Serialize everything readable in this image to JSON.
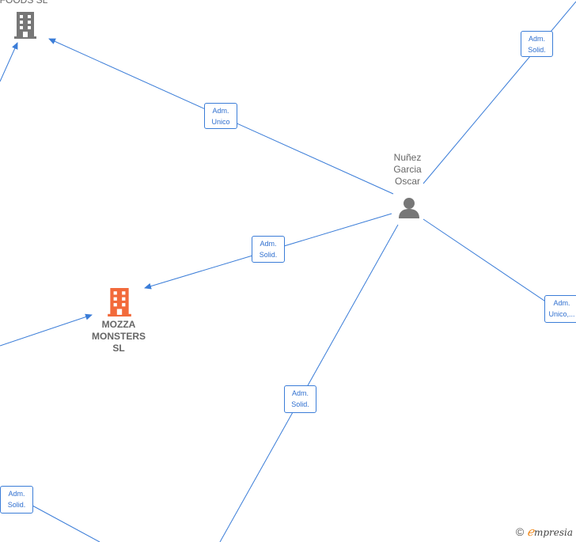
{
  "nodes": {
    "top_company": {
      "label": "FOODS SL"
    },
    "main_company": {
      "label_lines": [
        "MOZZA",
        "MONSTERS",
        "SL"
      ]
    },
    "person": {
      "label_lines": [
        "Nuñez",
        "Garcia",
        "Oscar"
      ]
    }
  },
  "edges": [
    {
      "label_lines": [
        "Adm.",
        "Unico"
      ]
    },
    {
      "label_lines": [
        "Adm.",
        "Solid."
      ]
    },
    {
      "label_lines": [
        "Adm.",
        "Solid."
      ]
    },
    {
      "label_lines": [
        "Adm.",
        "Unico,..."
      ]
    },
    {
      "label_lines": [
        "Adm.",
        "Solid."
      ]
    },
    {
      "label_lines": [
        "Adm.",
        "Solid."
      ]
    }
  ],
  "footer": {
    "copyright_symbol": "©",
    "brand_first": "ℯ",
    "brand_rest": "mpresia"
  },
  "colors": {
    "edge": "#3b7dd8",
    "main_company": "#f26a3b",
    "node_grey": "#777777"
  }
}
